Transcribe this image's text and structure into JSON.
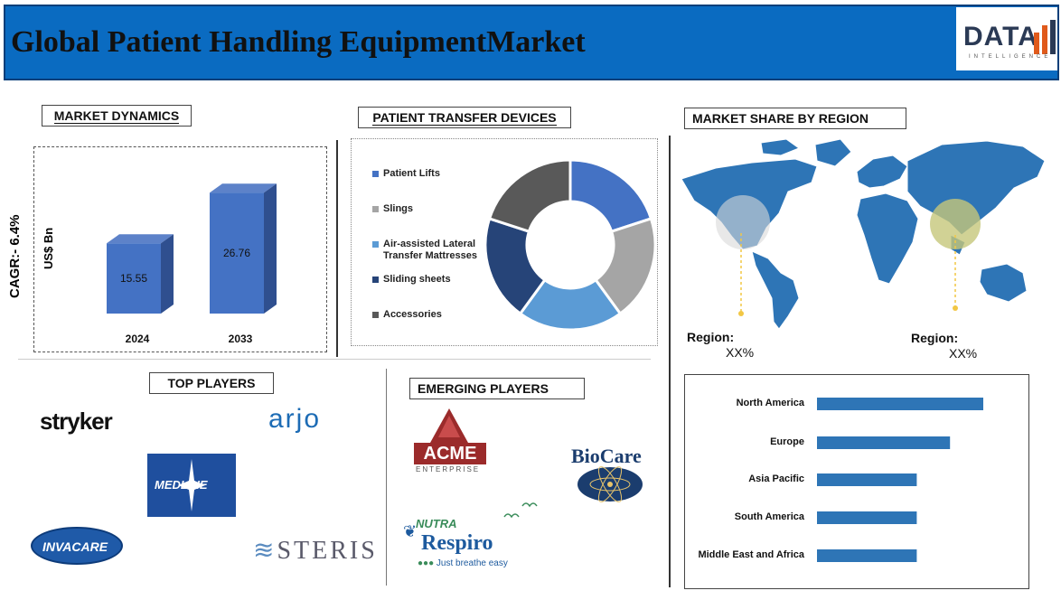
{
  "header": {
    "title": "Global Patient Handling EquipmentMarket",
    "logo_text": "DATA",
    "logo_sub": "INTELLIGENCE"
  },
  "market_dynamics": {
    "label": "MARKET DYNAMICS",
    "cagr": "CAGR:- 6.4%",
    "unit": "US$ Bn"
  },
  "patient_transfer": {
    "label": "PATIENT TRANSFER DEVICES"
  },
  "market_share": {
    "label": "MARKET SHARE BY REGION",
    "region1_label": "Region:",
    "region1_value": "XX%",
    "region2_label": "Region:",
    "region2_value": "XX%"
  },
  "top_players": {
    "label": "TOP PLAYERS",
    "names": [
      "stryker",
      "arjo",
      "MEDLINE",
      "INVACARE",
      "STERIS"
    ]
  },
  "emerging_players": {
    "label": "EMERGING PLAYERS",
    "acme": "ACME",
    "acme_sub": "ENTERPRISE",
    "biocare": "BioCare",
    "nutra": "NUTRA",
    "respiro": "Respiro",
    "tagline": "Just breathe easy"
  },
  "colors": {
    "banner": "#0a6bc1",
    "bar": "#4472c4",
    "bar_dark": "#2f4f8f",
    "map": "#2e75b6"
  },
  "chart_data": [
    {
      "type": "bar",
      "categories": [
        "2024",
        "2033"
      ],
      "values": [
        15.55,
        26.76
      ],
      "data_labels": [
        "15.55",
        "26.76"
      ],
      "ylabel": "US$ Bn",
      "annotation": "CAGR:- 6.4%"
    },
    {
      "type": "pie",
      "style": "donut",
      "categories": [
        "Patient Lifts",
        "Slings",
        "Air-assisted Lateral Transfer Mattresses",
        "Sliding sheets",
        "Accessories"
      ],
      "values": [
        20,
        20,
        20,
        20,
        20
      ],
      "colors": [
        "#4472c4",
        "#a5a5a5",
        "#5b9bd5",
        "#264478",
        "#595959"
      ]
    },
    {
      "type": "bar",
      "orientation": "horizontal",
      "categories": [
        "North America",
        "Europe",
        "Asia Pacific",
        "South America",
        "Middle East and Africa"
      ],
      "values": [
        5,
        4,
        3,
        3,
        3
      ],
      "grid": false
    }
  ]
}
